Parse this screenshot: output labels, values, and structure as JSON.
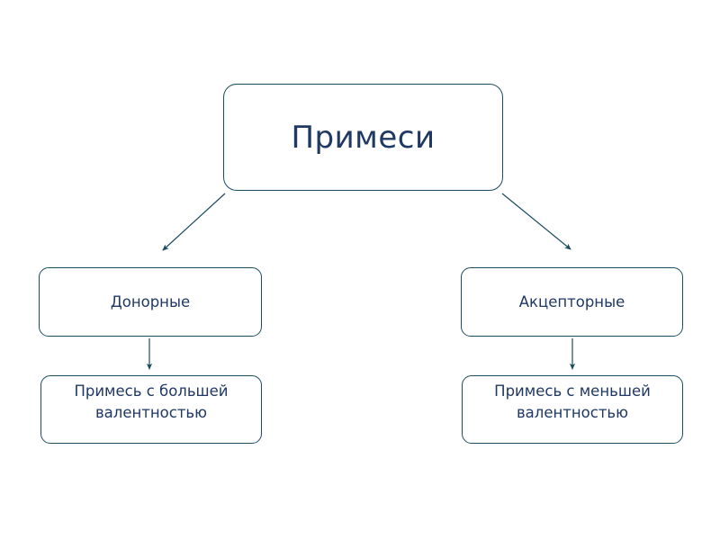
{
  "diagram": {
    "type": "hierarchy-tree",
    "background_color": "#ffffff",
    "border_color": "#1b4b5f",
    "text_color": "#1f3864",
    "connector_color": "#1b4b5f",
    "root": {
      "label": "Примеси"
    },
    "branches": [
      {
        "type_label": "Донорные",
        "description_label": "Примесь с большей валентностью"
      },
      {
        "type_label": "Акцепторные",
        "description_label": "Примесь с меньшей валентностью"
      }
    ],
    "connectors": [
      {
        "name": "root-to-donor",
        "style": "diagonal-arrow"
      },
      {
        "name": "root-to-acceptor",
        "style": "diagonal-arrow"
      },
      {
        "name": "donor-to-description",
        "style": "vertical-arrow"
      },
      {
        "name": "acceptor-to-description",
        "style": "vertical-arrow"
      }
    ]
  }
}
